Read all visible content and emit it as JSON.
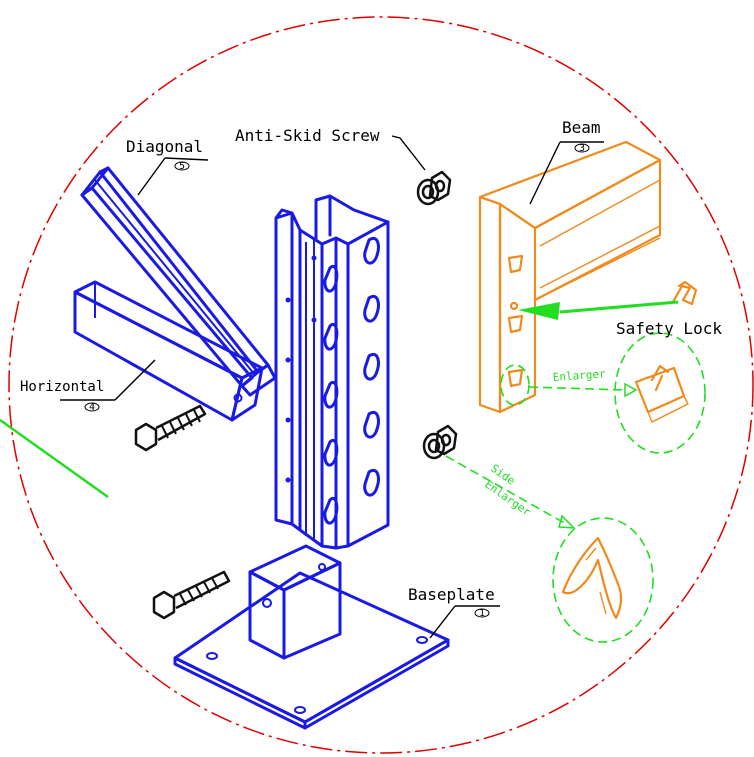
{
  "labels": {
    "diagonal": "Diagonal",
    "diagonal_num": "5",
    "anti_skid_screw": "Anti-Skid Screw",
    "beam": "Beam",
    "beam_num": "3",
    "safety_lock": "Safety Lock",
    "horizontal": "Horizontal",
    "horizontal_num": "4",
    "baseplate": "Baseplate",
    "baseplate_num": "1",
    "enlarger": "Enlarger",
    "side": "Side",
    "side_enlarger": "Enlarger"
  },
  "colors": {
    "boundary": "#e00000",
    "upright": "#1a1ae6",
    "beam": "#f08a1c",
    "callout": "#22dd22",
    "hardware": "#111111"
  }
}
